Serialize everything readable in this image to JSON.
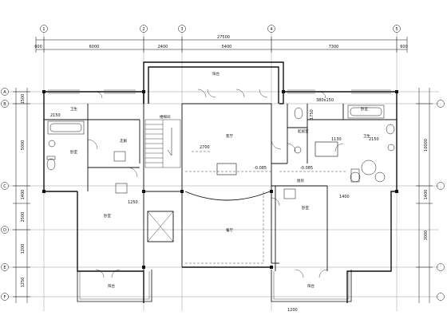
{
  "top_dims": {
    "overall": "27500",
    "left_small": "600",
    "seg1": "6000",
    "seg2": "2400",
    "seg3": "5400",
    "seg4": "7300",
    "right_small": "600"
  },
  "bottom_dims": {
    "d1": "1200"
  },
  "left_dims": {
    "a": "1500",
    "b": "5000",
    "c": "1400",
    "d": "2500",
    "e": "1200",
    "f": "1250"
  },
  "right_dims": {
    "a": "10000",
    "b": "1400",
    "c": "3000"
  },
  "interior_dims": {
    "d2150a": "2150",
    "d2700": "2700",
    "d2150b": "2150",
    "d1750": "1750",
    "d1400": "1400",
    "d1130": "1130",
    "d1250": "1250",
    "d380": "380x150"
  },
  "level_marks": {
    "l1": "-0.085",
    "l2": "-0.085"
  },
  "rooms": {
    "toilet_left": "卫生",
    "bedroom_left_top": "卧室",
    "corridor_left": "走廊",
    "stair": "楼梯间",
    "bedroom_left_low": "卧室",
    "balcony_top": "阳台",
    "living": "客厅",
    "dining": "餐厅",
    "hall": "起居室",
    "bedroom_right_top": "卧室",
    "toilet_right": "卫生",
    "kitchen": "厨房",
    "bedroom_right_low": "卧室",
    "balcony_left_bottom": "阳台",
    "balcony_right_bottom": "阳台"
  },
  "axes": {
    "col1": "1",
    "col2": "2",
    "col3": "3",
    "col4": "4",
    "col5": "5",
    "rowA": "A",
    "rowB": "B",
    "rowC": "C",
    "rowD": "D",
    "rowE": "E",
    "rowF": "F"
  }
}
